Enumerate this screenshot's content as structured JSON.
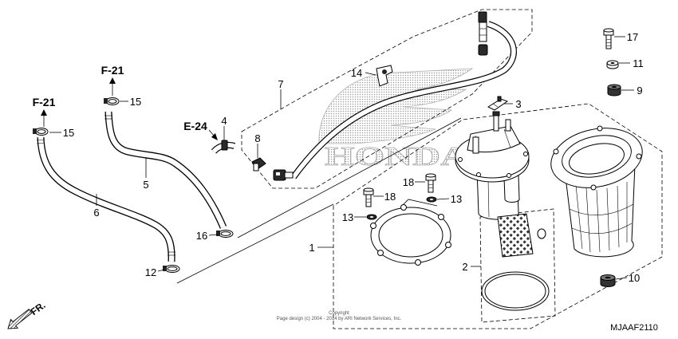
{
  "callouts": {
    "p1": "1",
    "p2": "2",
    "p3": "3",
    "p4": "4",
    "p5": "5",
    "p6": "6",
    "p7": "7",
    "p8": "8",
    "p9": "9",
    "p10": "10",
    "p11": "11",
    "p12": "12",
    "p13a": "13",
    "p13b": "13",
    "p14": "14",
    "p15a": "15",
    "p15b": "15",
    "p16": "16",
    "p17": "17",
    "p18a": "18",
    "p18b": "18"
  },
  "refs": {
    "f21_upper": "F-21",
    "f21_lower": "F-21",
    "e24": "E-24"
  },
  "front_marker": "FR.",
  "copyright": {
    "line1": "Copyright",
    "line2": "Page design (c) 2004 - 2014 by ARI Network Services, Inc."
  },
  "figure_code": "MJAAF2110",
  "watermark": "HONDA",
  "colors": {
    "line": "#000000",
    "watermark_dots": "#9a9a9a",
    "background": "#ffffff"
  }
}
